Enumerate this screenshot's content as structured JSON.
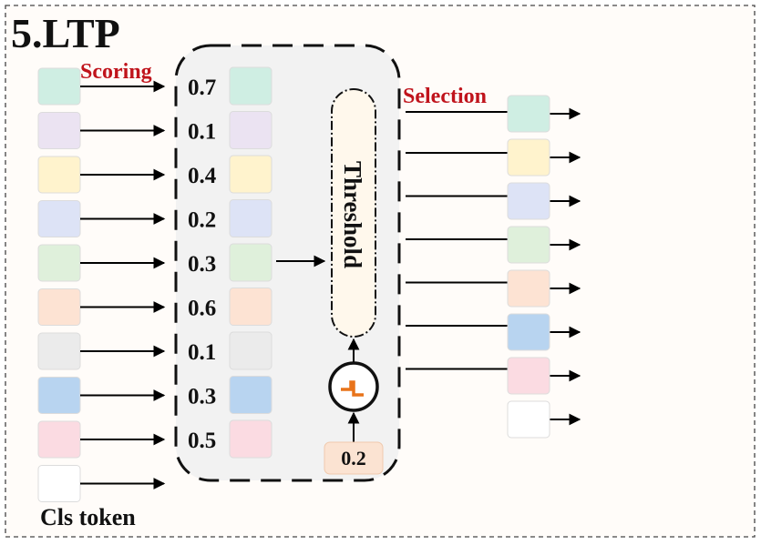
{
  "title": "5.LTP",
  "labels": {
    "scoring": "Scoring",
    "selection": "Selection",
    "threshold": "Threshold",
    "cls_token": "Cls token",
    "threshold_value": "0.2"
  },
  "scores": [
    "0.7",
    "0.1",
    "0.4",
    "0.2",
    "0.3",
    "0.6",
    "0.1",
    "0.3",
    "0.5"
  ],
  "colors": {
    "input_tokens": [
      "#cfeee3",
      "#ebe3f2",
      "#fff3cd",
      "#dde3f6",
      "#dff0db",
      "#fde3d3",
      "#ebebeb",
      "#b8d4f0",
      "#fbdbe2",
      "#ffffff"
    ],
    "selected_tokens": [
      "#cfeee3",
      "#fff3cd",
      "#dde3f6",
      "#dff0db",
      "#fde3d3",
      "#b8d4f0",
      "#fbdbe2",
      "#ffffff"
    ],
    "title_text": "#111111",
    "label_red": "#c0141c",
    "step_function": "#e8731a",
    "panel_fill": "#f2f2f2",
    "threshold_fill": "#fff8ec",
    "threshold_value_fill": "#fbe3d2"
  }
}
